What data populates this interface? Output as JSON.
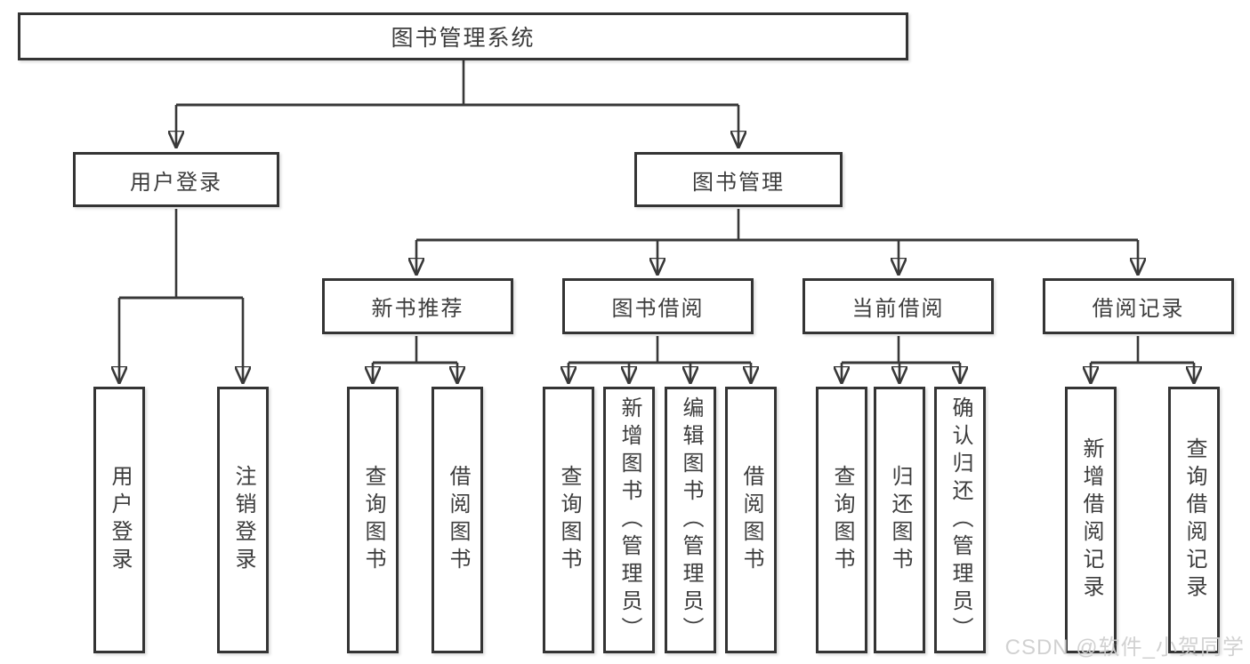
{
  "tree": {
    "root": {
      "label": "图书管理系统"
    },
    "branches": [
      {
        "label": "用户登录",
        "children": [
          {
            "label": "用户登录"
          },
          {
            "label": "注销登录"
          }
        ]
      },
      {
        "label": "图书管理",
        "children": [
          {
            "label": "新书推荐",
            "children": [
              {
                "label": "查询图书"
              },
              {
                "label": "借阅图书"
              }
            ]
          },
          {
            "label": "图书借阅",
            "children": [
              {
                "label": "查询图书"
              },
              {
                "label": "新增图书（管理员）"
              },
              {
                "label": "编辑图书（管理员）"
              },
              {
                "label": "借阅图书"
              }
            ]
          },
          {
            "label": "当前借阅",
            "children": [
              {
                "label": "查询图书"
              },
              {
                "label": "归还图书"
              },
              {
                "label": "确认归还（管理员）"
              }
            ]
          },
          {
            "label": "借阅记录",
            "children": [
              {
                "label": "新增借阅记录"
              },
              {
                "label": "查询借阅记录"
              }
            ]
          }
        ]
      }
    ]
  },
  "watermark": "CSDN @软件_小贺同学",
  "colors": {
    "line": "#383838",
    "box_border": "#343434",
    "box_fill": "#ffffff",
    "text": "#3d3d3d",
    "watermark": "#cfcfcf"
  }
}
